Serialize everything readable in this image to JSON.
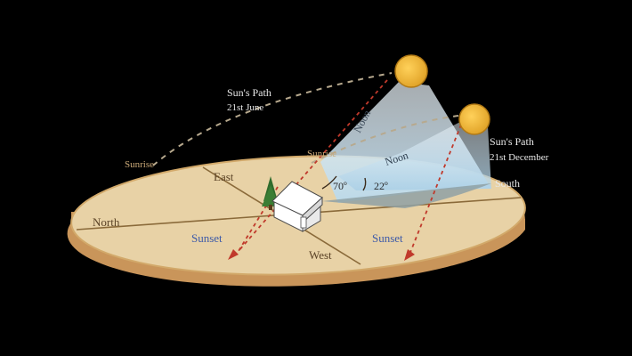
{
  "diagram": {
    "directions": {
      "north": "North",
      "east": "East",
      "west": "West",
      "south": "South"
    },
    "summer_path": {
      "label_line1": "Sun's Path",
      "label_line2": "21st June",
      "sunrise": "Sunrise",
      "noon": "Noon",
      "sunset": "Sunset"
    },
    "winter_path": {
      "label_line1": "Sun's Path",
      "label_line2": "21st December",
      "sunrise": "Sunrise",
      "noon": "Noon",
      "sunset": "Sunset"
    },
    "angles": {
      "summer": "70º",
      "winter": "22º"
    },
    "colors": {
      "background": "#000000",
      "disc_top": "#e8d2a6",
      "disc_edge": "#d6a868",
      "path_line": "#b7a98e",
      "sun_fill": "#f0b93a",
      "sun_stroke": "#b27a15",
      "sunset_text": "#3d5aa8",
      "ray_red": "#c0392b",
      "sky_blue": "#c9e2f1",
      "tree_green": "#2f6b2c"
    }
  }
}
